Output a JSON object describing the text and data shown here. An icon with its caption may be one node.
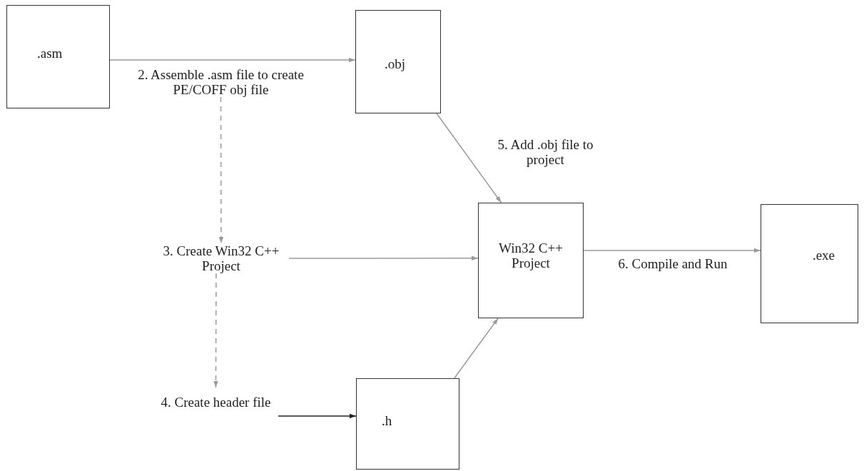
{
  "diagram": {
    "nodes": [
      {
        "text": [
          ".asm"
        ]
      },
      {
        "text": [
          ".obj"
        ]
      },
      {
        "text": [
          "2. Assemble .asm file to create PE/COFF obj file"
        ]
      },
      {
        "text": [
          "3. Create Win32 C++ Project"
        ]
      },
      {
        "text": [
          "Win32 C++ Project"
        ]
      },
      {
        "text": [
          ".exe"
        ]
      },
      {
        "text": [
          "4. Create header file"
        ]
      },
      {
        "text": [
          ".h"
        ]
      }
    ],
    "edges": [
      {
        "from": 0,
        "to": 1,
        "arrow": "to"
      },
      {
        "from": 2,
        "to": 3,
        "arrow": "to",
        "style": "dashed"
      },
      {
        "from": 3,
        "to": 4,
        "arrow": "to"
      },
      {
        "from": 3,
        "to": 6,
        "arrow": "to",
        "style": "dashed"
      },
      {
        "from": 6,
        "to": 7,
        "arrow": "to",
        "color": "#222222"
      },
      {
        "from": 1,
        "to": 4,
        "arrow": "to",
        "label": "5. Add .obj file to project"
      },
      {
        "from": 7,
        "to": 4,
        "arrow": "to"
      },
      {
        "from": 4,
        "to": 5,
        "arrow": "to",
        "label": "6. Compile and Run"
      }
    ]
  }
}
